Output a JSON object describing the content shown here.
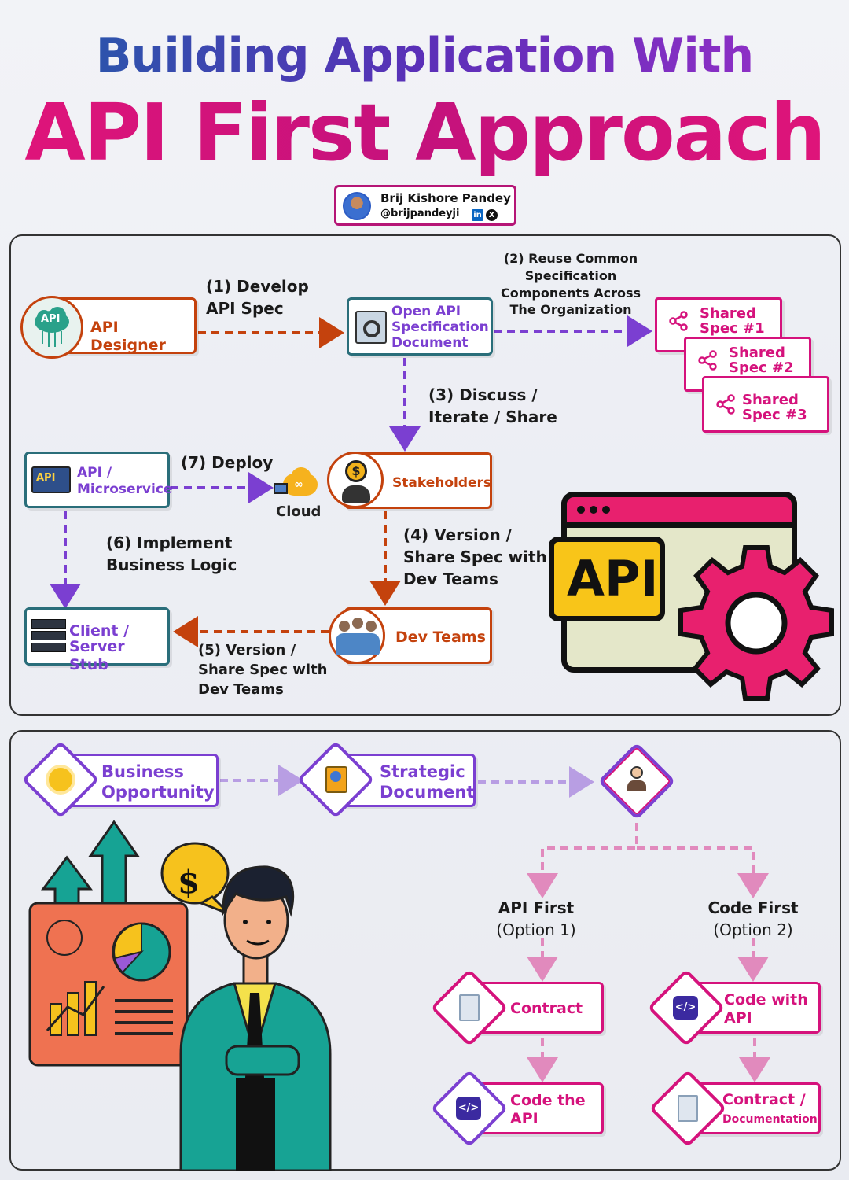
{
  "header": {
    "title_line1": "Building Application With",
    "title_line2": "API First Approach",
    "author_name": "Brij Kishore Pandey",
    "author_handle": "@brijpandeyji",
    "linkedin_badge": "in",
    "x_badge": "X"
  },
  "top_panel": {
    "api_designer": "API Designer",
    "api_cloud_badge": "API",
    "openapi_doc": "Open API Specification Document",
    "openapi_doc_l1": "Open API",
    "openapi_doc_l2": "Specification",
    "openapi_doc_l3": "Document",
    "shared_specs": [
      {
        "l1": "Shared",
        "l2": "Spec #1"
      },
      {
        "l1": "Shared",
        "l2": "Spec #2"
      },
      {
        "l1": "Shared",
        "l2": "Spec #3"
      }
    ],
    "stakeholders": "Stakeholders",
    "dev_teams": "Dev Teams",
    "api_microservice_l1": "API /",
    "api_microservice_l2": "Microservice",
    "api_badge": "API",
    "cloud": "Cloud",
    "client_stub_l1": "Client /",
    "client_stub_l2": "Server Stub",
    "steps": {
      "s1_l1": "(1) Develop",
      "s1_l2": "API Spec",
      "s2_l1": "(2) Reuse Common",
      "s2_l2": "Specification",
      "s2_l3": "Components Across",
      "s2_l4": "The Organization",
      "s3_l1": "(3) Discuss /",
      "s3_l2": "Iterate / Share",
      "s4_l1": "(4) Version /",
      "s4_l2": "Share Spec with",
      "s4_l3": "Dev Teams",
      "s5_l1": "(5) Version /",
      "s5_l2": "Share Spec with",
      "s5_l3": "Dev Teams",
      "s6_l1": "(6) Implement",
      "s6_l2": "Business Logic",
      "s7": "(7) Deploy"
    },
    "big_api_badge": "API"
  },
  "bottom_panel": {
    "business_l1": "Business",
    "business_l2": "Opportunity",
    "strategic_l1": "Strategic",
    "strategic_l2": "Document",
    "option1_l1": "API First",
    "option1_l2": "(Option 1)",
    "option2_l1": "Code First",
    "option2_l2": "(Option 2)",
    "contract": "Contract",
    "code_api_l1": "Code the",
    "code_api_l2": "API",
    "code_with_l1": "Code with",
    "code_with_l2": "API",
    "contract_doc_l1": "Contract /",
    "contract_doc_l2": "Documentation",
    "dollar": "$"
  },
  "colors": {
    "orange": "#c4420d",
    "purple": "#7b3fd1",
    "teal": "#2a6e7a",
    "pink": "#d5127c",
    "magenta": "#c0137b"
  }
}
